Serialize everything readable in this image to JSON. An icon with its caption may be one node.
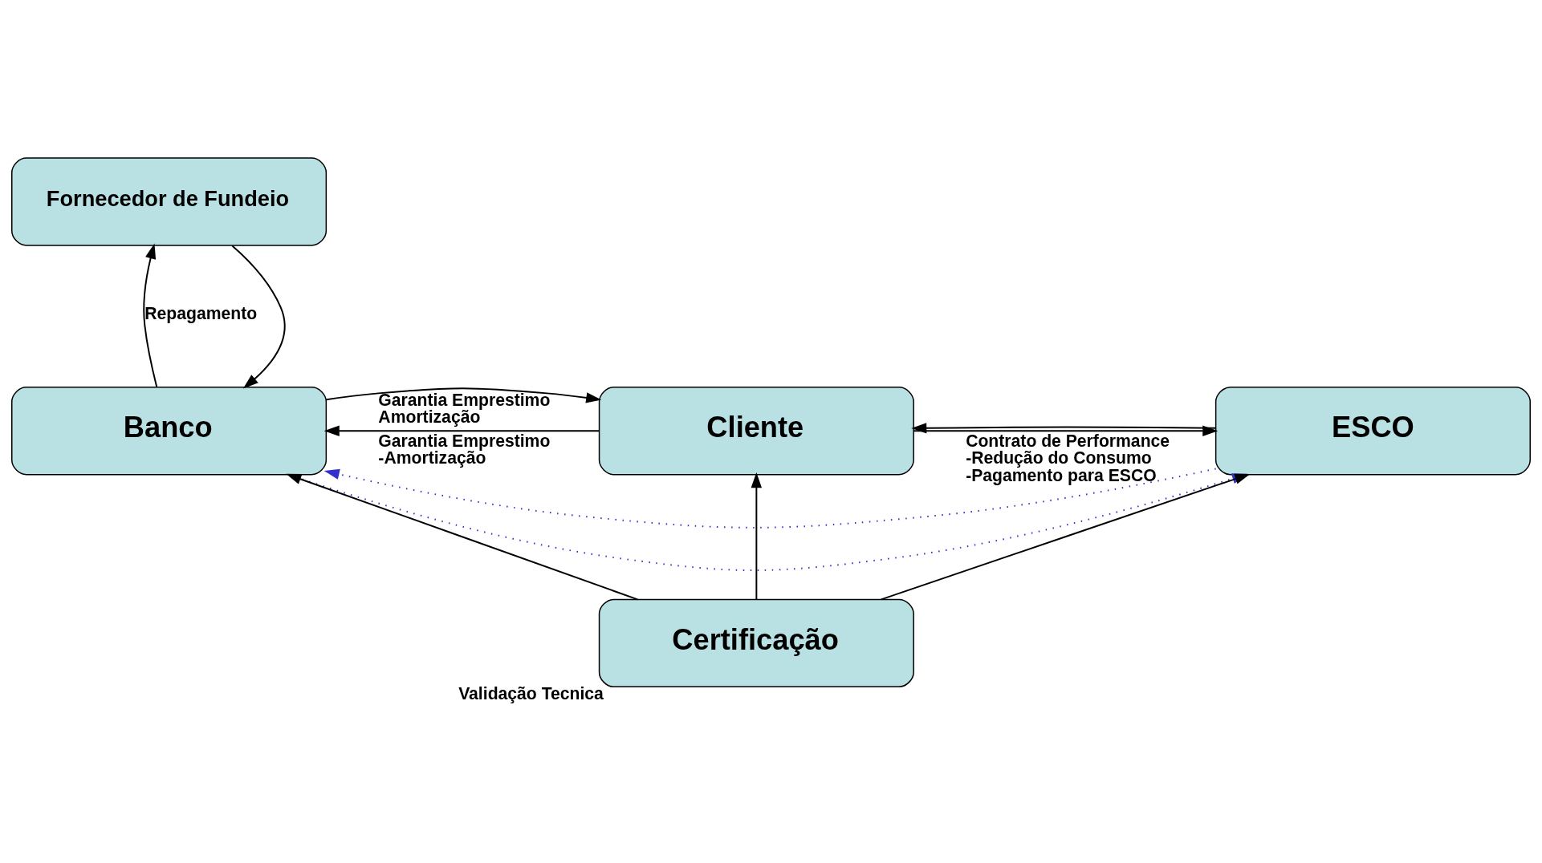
{
  "diagram": {
    "nodes": [
      {
        "text": [
          "Fornecedor de Fundeio"
        ]
      },
      {
        "text": [
          "Banco"
        ]
      },
      {
        "text": [
          "Cliente"
        ]
      },
      {
        "text": [
          "ESCO"
        ]
      },
      {
        "text": [
          "Certificação"
        ],
        "beside": [
          "Validação Tecnica"
        ]
      }
    ],
    "edges": [
      {
        "from": 0,
        "to": 1,
        "arrow": "to"
      },
      {
        "from": 1,
        "to": 0,
        "arrow": "to",
        "label": "Repagamento"
      },
      {
        "from": 2,
        "to": 1,
        "arrow": "to",
        "label": "Garantia Emprestimo -Amortização"
      },
      {
        "from": 1,
        "to": 2,
        "arrow": "to",
        "label": "Garantia Emprestimo Amortização"
      },
      {
        "from": 2,
        "to": 3,
        "arrow": "to",
        "label": "Contrato de Performance -Redução do Consumo -Pagamento para ESCO"
      },
      {
        "from": 3,
        "to": 2,
        "arrow": "to"
      },
      {
        "from": 3,
        "to": 1,
        "arrow": "to",
        "style": "dashed",
        "color": "#3333cc"
      },
      {
        "from": 1,
        "to": 3,
        "arrow": "to",
        "style": "dashed",
        "color": "#3333cc"
      },
      {
        "from": 4,
        "to": 1,
        "arrow": "to"
      },
      {
        "from": 4,
        "to": 2,
        "arrow": "to"
      },
      {
        "from": 4,
        "to": 3,
        "arrow": "to"
      }
    ]
  }
}
